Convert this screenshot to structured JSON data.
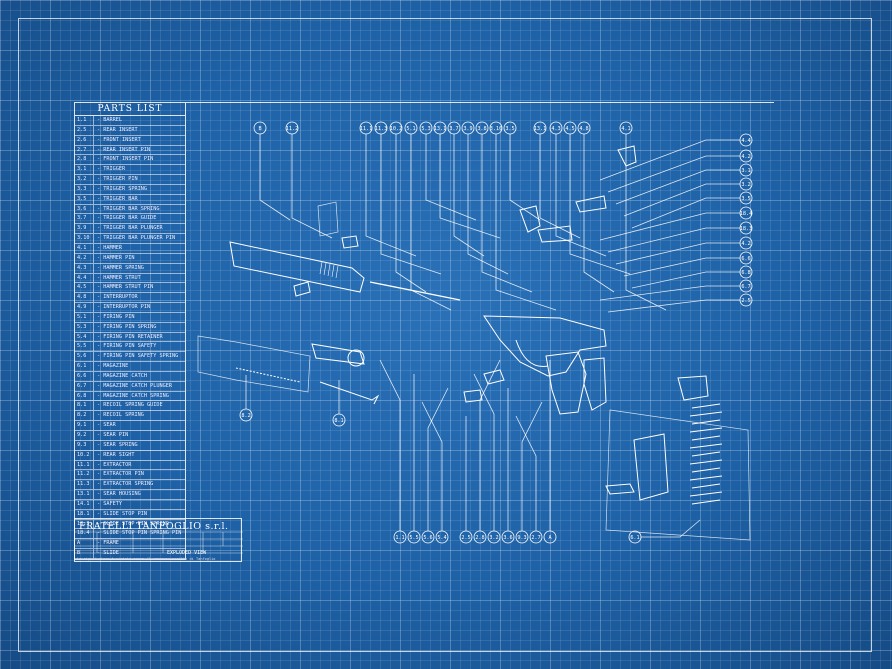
{
  "parts_list": {
    "title": "PARTS LIST",
    "items": [
      {
        "code": "1.1",
        "name": "BARREL"
      },
      {
        "code": "2.5",
        "name": "REAR INSERT"
      },
      {
        "code": "2.6",
        "name": "FRONT INSERT"
      },
      {
        "code": "2.7",
        "name": "REAR INSERT PIN"
      },
      {
        "code": "2.8",
        "name": "FRONT INSERT PIN"
      },
      {
        "code": "3.1",
        "name": "TRIGGER"
      },
      {
        "code": "3.2",
        "name": "TRIGGER PIN"
      },
      {
        "code": "3.3",
        "name": "TRIGGER SPRING"
      },
      {
        "code": "3.5",
        "name": "TRIGGER BAR"
      },
      {
        "code": "3.6",
        "name": "TRIGGER BAR SPRING"
      },
      {
        "code": "3.7",
        "name": "TRIGGER BAR GUIDE"
      },
      {
        "code": "3.9",
        "name": "TRIGGER BAR PLUNGER"
      },
      {
        "code": "3.10",
        "name": "TRIGGER BAR PLUNGER PIN"
      },
      {
        "code": "4.1",
        "name": "HAMMER"
      },
      {
        "code": "4.2",
        "name": "HAMMER PIN"
      },
      {
        "code": "4.3",
        "name": "HAMMER SPRING"
      },
      {
        "code": "4.4",
        "name": "HAMMER STRUT"
      },
      {
        "code": "4.5",
        "name": "HAMMER STRUT PIN"
      },
      {
        "code": "4.8",
        "name": "INTERRUPTOR"
      },
      {
        "code": "4.9",
        "name": "INTERRUPTOR PIN"
      },
      {
        "code": "5.1",
        "name": "FIRING PIN"
      },
      {
        "code": "5.3",
        "name": "FIRING PIN SPRING"
      },
      {
        "code": "5.4",
        "name": "FIRING PIN RETAINER"
      },
      {
        "code": "5.5",
        "name": "FIRING PIN SAFETY"
      },
      {
        "code": "5.6",
        "name": "FIRING PIN SAFETY SPRING"
      },
      {
        "code": "6.1",
        "name": "MAGAZINE"
      },
      {
        "code": "6.6",
        "name": "MAGAZINE CATCH"
      },
      {
        "code": "6.7",
        "name": "MAGAZINE CATCH PLUNGER"
      },
      {
        "code": "6.8",
        "name": "MAGAZINE CATCH SPRING"
      },
      {
        "code": "8.1",
        "name": "RECOIL SPRING GUIDE"
      },
      {
        "code": "8.2",
        "name": "RECOIL SPRING"
      },
      {
        "code": "9.1",
        "name": "SEAR"
      },
      {
        "code": "9.2",
        "name": "SEAR PIN"
      },
      {
        "code": "9.3",
        "name": "SEAR SPRING"
      },
      {
        "code": "10.2",
        "name": "REAR SIGHT"
      },
      {
        "code": "11.1",
        "name": "EXTRACTOR"
      },
      {
        "code": "11.2",
        "name": "EXTRACTOR PIN"
      },
      {
        "code": "11.3",
        "name": "EXTRACTOR SPRING"
      },
      {
        "code": "13.1",
        "name": "SEAR HOUSING"
      },
      {
        "code": "14.1",
        "name": "SAFETY"
      },
      {
        "code": "18.1",
        "name": "SLIDE STOP PIN"
      },
      {
        "code": "18.3",
        "name": "SLIDE STOP PIN SPRING"
      },
      {
        "code": "18.4",
        "name": "SLIDE STOP PIN SPRING PIN"
      },
      {
        "code": "A",
        "name": "FRAME"
      },
      {
        "code": "B",
        "name": "SLIDE"
      }
    ]
  },
  "title_block": {
    "company": "FRATELLI TANFOGLIO s.r.l.",
    "view": "EXPLODED VIEW",
    "note": "La riproduzione è vietata senza il consenso scritto di Tanfoglio"
  },
  "callouts_top": [
    "B",
    "11.2",
    "11.1",
    "11.3",
    "10.2",
    "5.1",
    "5.3",
    "13.1",
    "3.7",
    "3.9",
    "3.8",
    "3.10",
    "3.5",
    "13.1",
    "4.3",
    "4.5",
    "4.8",
    "4.1"
  ],
  "callouts_right": [
    "4.4",
    "4.2",
    "3.1",
    "3.2",
    "3.5",
    "18.4",
    "18.3",
    "4.2",
    "6.6",
    "6.8",
    "6.7",
    "2.5"
  ],
  "callouts_bottom": [
    "1.1",
    "5.5",
    "5.6",
    "5.4",
    "2.5",
    "2.8",
    "3.2",
    "3.6",
    "9.3",
    "2.7",
    "A"
  ],
  "callouts_left": [
    "8.2",
    "8.1"
  ],
  "callouts_mag": [
    "6.1"
  ]
}
